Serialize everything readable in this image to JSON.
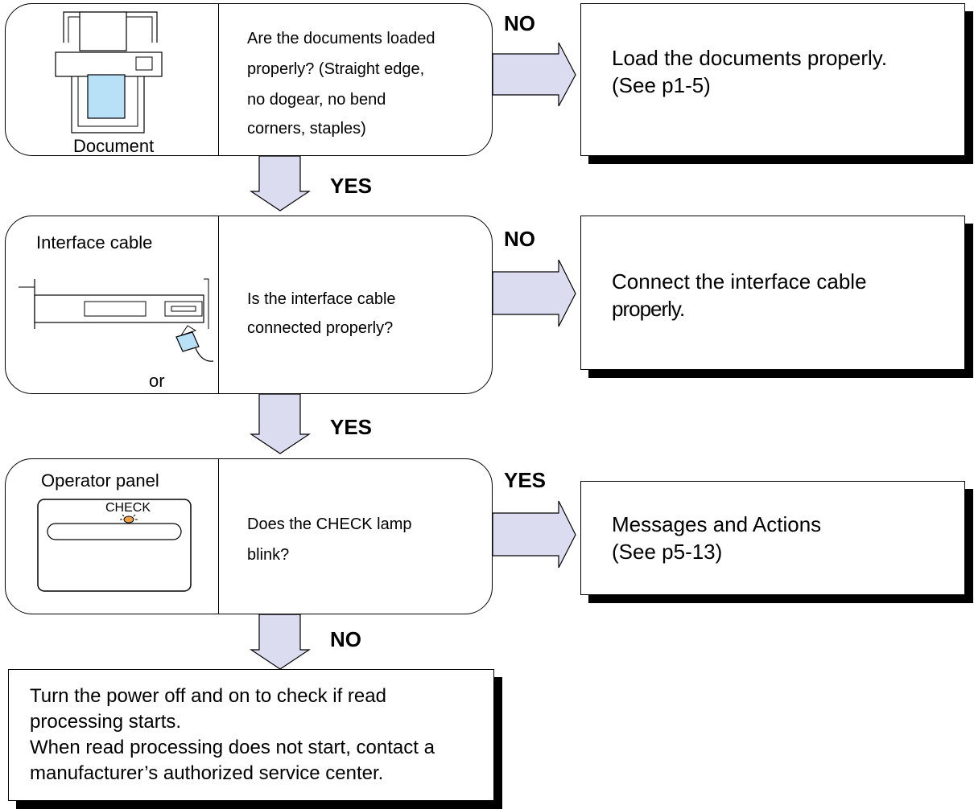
{
  "step1": {
    "image_caption": "Document",
    "question": [
      "Are the documents loaded",
      "properly?  (Straight edge,",
      "no dogear, no bend",
      "corners, staples)"
    ],
    "branch_label": "NO",
    "action": [
      "Load the documents properly.",
      "(See p1-5)"
    ],
    "down_label": "YES"
  },
  "step2": {
    "image_caption": "Interface cable",
    "image_caption_bottom": "or",
    "question": [
      "Is the interface cable",
      "connected properly?"
    ],
    "branch_label": "NO",
    "action": [
      "Connect the interface cable",
      "properly."
    ],
    "down_label": "YES"
  },
  "step3": {
    "image_caption": "Operator panel",
    "panel_lamp_label": "CHECK",
    "question": [
      "Does the CHECK lamp",
      "blink?"
    ],
    "branch_label": "YES",
    "action": [
      "Messages and Actions",
      "(See p5-13)"
    ],
    "down_label": "NO"
  },
  "final": {
    "lines": [
      "Turn the power off and on to check if read",
      "processing starts.",
      "When read processing does not start, contact a",
      "manufacturer’s authorized service center."
    ]
  },
  "colors": {
    "arrow_fill": "#dcdcf0",
    "document_fill": "#b8e0f6",
    "lamp_fill": "#f0a040"
  }
}
